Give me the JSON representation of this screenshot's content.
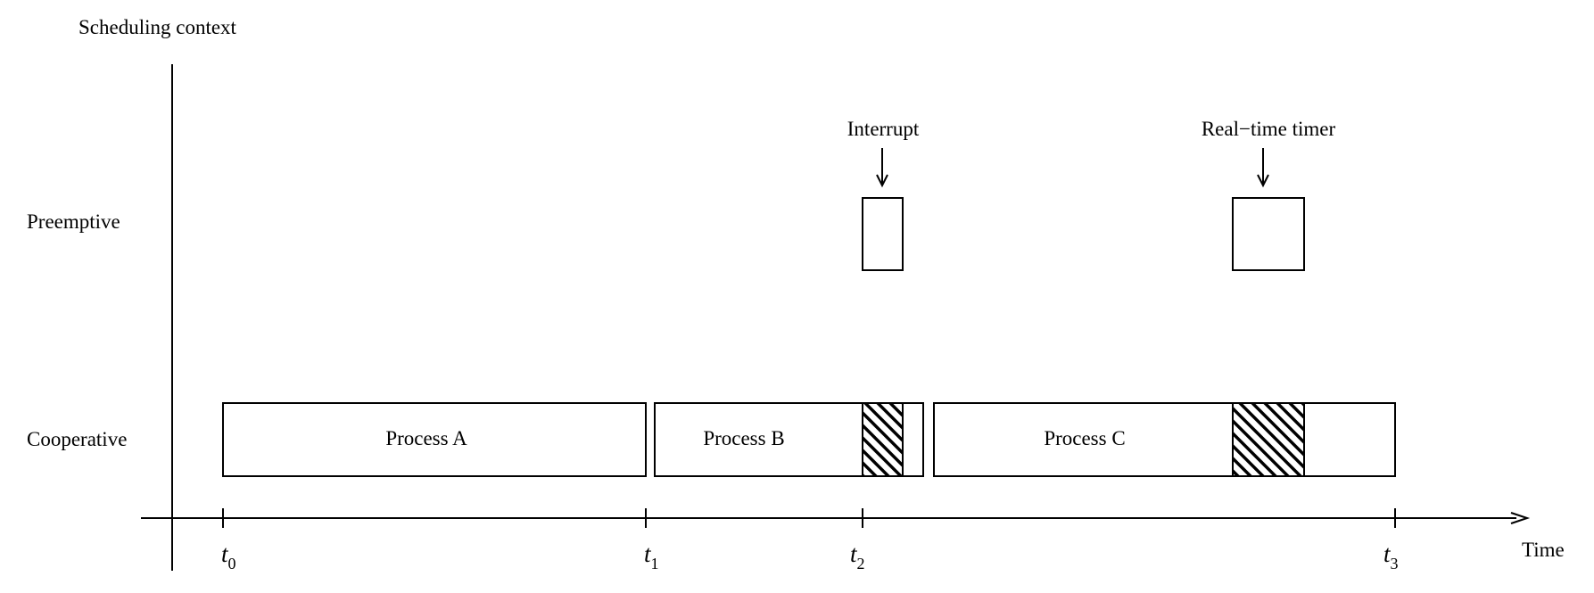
{
  "y_axis_title": "Scheduling context",
  "x_axis_title": "Time",
  "rows": {
    "preemptive": "Preemptive",
    "cooperative": "Cooperative"
  },
  "ticks": [
    {
      "base": "t",
      "sub": "0"
    },
    {
      "base": "t",
      "sub": "1"
    },
    {
      "base": "t",
      "sub": "2"
    },
    {
      "base": "t",
      "sub": "3"
    }
  ],
  "processes": {
    "a": "Process A",
    "b": "Process B",
    "c": "Process C"
  },
  "events": {
    "interrupt": "Interrupt",
    "timer": "Real−time timer"
  }
}
